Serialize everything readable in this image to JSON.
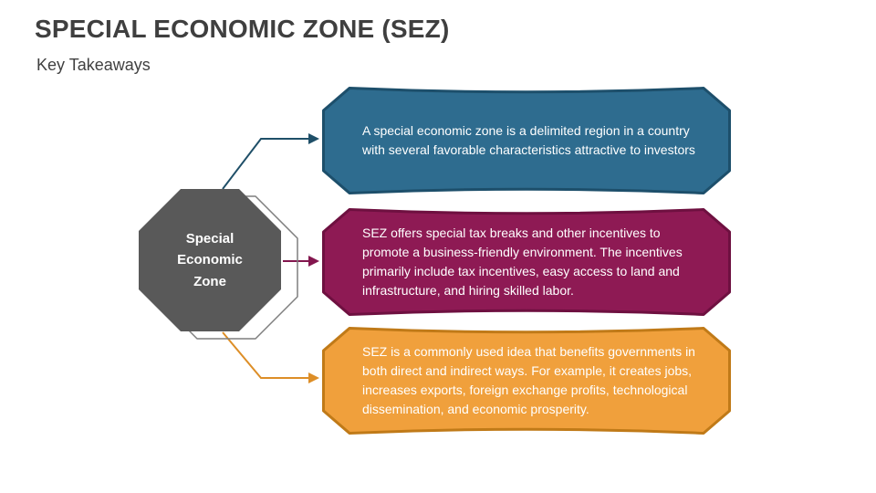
{
  "slide": {
    "title": "SPECIAL ECONOMIC ZONE (SEZ)",
    "subtitle": "Key Takeaways"
  },
  "diagram": {
    "center": {
      "label": "Special Economic Zone",
      "fill": "#595959",
      "outline": "#7f7f7f"
    },
    "connectors": [
      {
        "color": "#1f4f68"
      },
      {
        "color": "#83164e"
      },
      {
        "color": "#dd8e27"
      }
    ],
    "items": [
      {
        "text": "A special economic zone is a delimited region in a country with several favorable characteristics attractive to investors",
        "fill": "#2e6c8f",
        "border": "#1d4f6b"
      },
      {
        "text": "SEZ offers special tax breaks and other incentives to promote a business-friendly environment. The incentives primarily include tax incentives, easy access to land and infrastructure, and hiring skilled labor.",
        "fill": "#8e1a54",
        "border": "#6e1040"
      },
      {
        "text": "SEZ is a commonly used idea that benefits governments in both direct and indirect ways. For example, it creates jobs, increases exports, foreign exchange profits, technological dissemination, and economic prosperity.",
        "fill": "#f0a03c",
        "border": "#c07a18"
      }
    ]
  }
}
